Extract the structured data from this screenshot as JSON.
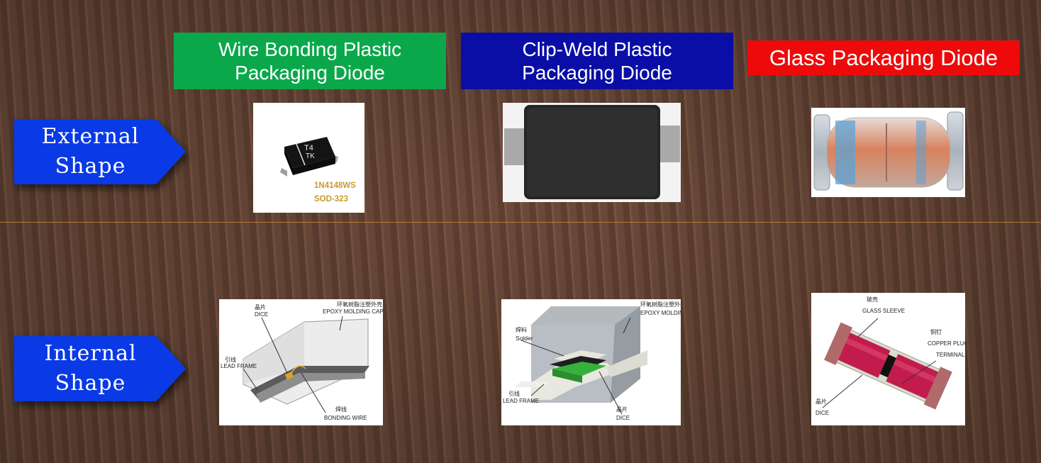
{
  "headers": [
    {
      "line1": "Wire Bonding Plastic",
      "line2": "Packaging Diode",
      "color": "#0aa84a"
    },
    {
      "line1": "Clip-Weld Plastic",
      "line2": "Packaging Diode",
      "color": "#0a0ea6"
    },
    {
      "line1": "Glass Packaging Diode",
      "color": "#ee0a0a"
    }
  ],
  "rows": [
    {
      "line1": "External",
      "line2": "Shape"
    },
    {
      "line1": "Internal",
      "line2": "Shape"
    }
  ],
  "external": {
    "sod323": {
      "marking1": "T4",
      "marking2": "TK",
      "part": "1N4148WS",
      "package": "SOD-323"
    }
  },
  "internal": {
    "wire_bonding": {
      "dice_cn": "晶片",
      "dice": "DICE",
      "cap_cn": "环氧树脂注塑外壳",
      "cap": "EPOXY MOLDING CAP",
      "lead_cn": "引线",
      "lead": "LEAD FRAME",
      "wire_cn": "焊线",
      "wire": "BONDING WIRE"
    },
    "clip_weld": {
      "cap_cn": "环氧树脂注塑外壳",
      "cap": "EPOXY MOLDING CAP",
      "solder_cn": "焊料",
      "solder": "Solder",
      "lead_cn": "引线",
      "lead": "LEAD FRAME",
      "dice_cn": "晶片",
      "dice": "DICE"
    },
    "glass": {
      "sleeve_cn": "玻壳",
      "sleeve": "GLASS SLEEVE",
      "plug_cn": "铜钉",
      "plug1": "COPPER PLUG",
      "plug2": "TERMINAL",
      "dice_cn": "晶片",
      "dice": "DICE"
    }
  }
}
